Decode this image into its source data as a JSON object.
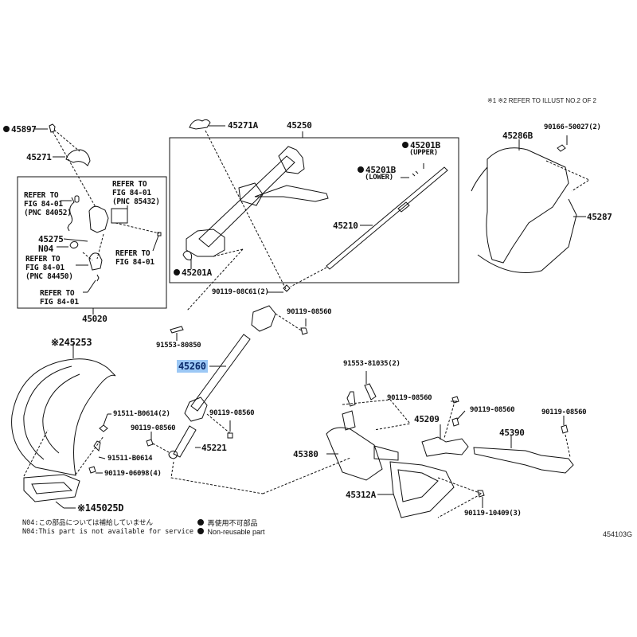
{
  "header_note": "※1 ※2  REFER TO ILLUST NO.2 OF 2",
  "illustration_code": "454103G",
  "highlight_color": "#9cc8f5",
  "parts": {
    "p45897": "45897",
    "p45271": "45271",
    "p45271A": "45271A",
    "p45250": "45250",
    "p45201B_upper": "45201B",
    "p45201B_upper_sub": "(UPPER)",
    "p45201B_lower": "45201B",
    "p45201B_lower_sub": "(LOWER)",
    "p45210": "45210",
    "p45201A": "45201A",
    "p45286B": "45286B",
    "p90166": "90166-50027(2)",
    "p45287": "45287",
    "p45275": "45275",
    "pN04": "N04",
    "p45020": "45020",
    "p90119_08C61": "90119-08C61(2)",
    "p90119_08560_a": "90119-08560",
    "p91553_80850": "91553-80850",
    "p45260": "45260",
    "p45253": "※245253",
    "p91511_B0614_2": "91511-B0614(2)",
    "p90119_08560_b": "90119-08560",
    "p90119_08560_c": "90119-08560",
    "p45221": "45221",
    "p91511_B0614": "91511-B0614",
    "p90119_06098": "90119-06098(4)",
    "p45025D": "※145025D",
    "p91553_81035": "91553-81035(2)",
    "p90119_08560_d": "90119-08560",
    "p45209": "45209",
    "p90119_08560_e": "90119-08560",
    "p90119_08560_f": "90119-08560",
    "p45390": "45390",
    "p45380": "45380",
    "p45312A": "45312A",
    "p90119_10409": "90119-10409(3)"
  },
  "refs": {
    "r84052": "REFER TO\nFIG 84-01\n(PNC 84052)",
    "r85432": "REFER TO\nFIG 84-01\n(PNC 85432)",
    "r84450": "REFER TO\nFIG 84-01\n(PNC 84450)",
    "rfig_a": "REFER TO\nFIG 84-01",
    "rfig_b": "REFER TO\nFIG 84-01"
  },
  "notes": {
    "n04_jp": "N04:この部品については補給していません",
    "n04_en": "N04:This part is not available for service",
    "legend_jp": "再使用不可部品",
    "legend_en": "Non-reusable part"
  },
  "selected_part": "45260"
}
